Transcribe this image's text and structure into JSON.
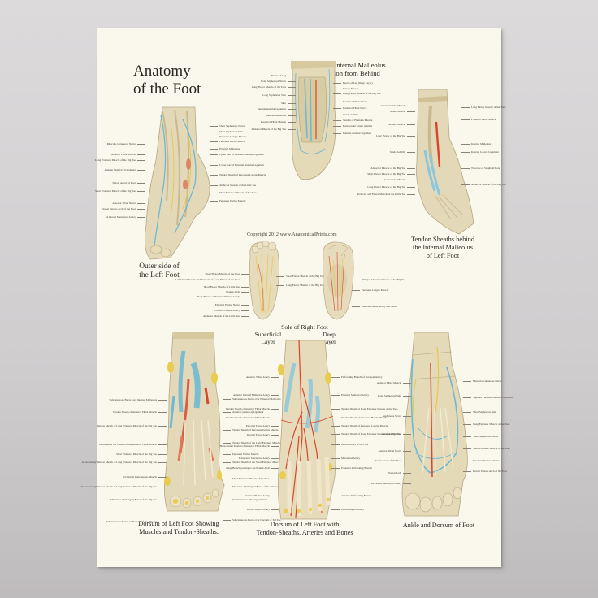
{
  "poster": {
    "title_line1": "Anatomy",
    "title_line2": "of the Foot",
    "copyright": "Copyright 2012 www.AnatomicalPrints.com",
    "colors": {
      "background": "#d6d4d5",
      "paper": "#faf8ec",
      "bone": "#e6dcbc",
      "artery": "#d9452b",
      "vein": "#6fb8d4",
      "nerve": "#e6c94a",
      "tendon_sheath": "#8cc6dc"
    }
  },
  "figures": {
    "outer_side": {
      "caption_line1": "Outer side of",
      "caption_line2": "the Left Foot",
      "labels_left": [
        "Musculo-Cutaneous Nerve",
        "Anterior Tibial Muscle",
        "Long Extensor Muscle of the Big Toe",
        "Annular (Anterior) Ligament",
        "Dorsal Artery of Foot",
        "Short Extensor Muscle of the Big Toe",
        "Anterior Tibial Nerve",
        "Dorsal Venous Arch of the Foot",
        "1st Dorsal Metatarsal Artery"
      ],
      "labels_right": [
        "Short Saphenous Nerve",
        "Short Saphenous Vein",
        "Peroneus Longus Muscle",
        "Peroneus Brevis Muscle",
        "External Malleolus",
        "Upper part of External Annular Ligament",
        "Lower part of External Annular Ligament",
        "Tendon Sheath of Peroneus Longus Muscle",
        "Abductor Muscle of the Little Toe",
        "Short Extensor Muscle of the Toes",
        "Peroneus Tertius Muscle"
      ]
    },
    "malleolus_behind": {
      "caption_line1": "Right Internal Malleolus",
      "caption_line2": "Region from Behind",
      "labels_left": [
        "Fascia of Leg",
        "Long Saphenous Nerve",
        "Long Flexor Muscle of the Toes",
        "Long Saphenous Vein",
        "Skin",
        "Internal Annular Ligament",
        "Internal Malleolus",
        "Posterior Tibial Muscle",
        "Abductor Muscle of the Big Toe"
      ],
      "labels_right": [
        "Fascia of Leg (Deep Layer)",
        "Soleus Muscle",
        "Long Flexor Muscle of the Big Toe",
        "Posterior Tibial Artery",
        "Posterior Tibial Nerve",
        "Tendo Achillis",
        "Tendon of Plantaris Muscle",
        "Bursa under Tendo Achillis",
        "Internal Annular Ligament"
      ]
    },
    "tendon_sheaths": {
      "caption_line1": "Tendon Sheaths behind",
      "caption_line2": "the Internal Malleolus",
      "caption_line3": "of Left Foot",
      "labels_left": [
        "Gastrocnemius Muscle",
        "Soleus Muscle",
        "Peroneal Muscle",
        "Long Flexor of the Big Toe",
        "Tendo Achillis",
        "Abductor Muscle of the Big Toe",
        "Short Flexor Muscle of the Big Toe",
        "Accessorius Muscle",
        "Long Flexor Muscle of the Big Toe",
        "Abductor and Flexor Muscle of the Little Toe"
      ],
      "labels_right": [
        "Long Flexor Muscle of the Toes",
        "Posterior Tibial Muscle",
        "Internal Malleolus",
        "Internal Lateral Ligament",
        "Tubercle of Scaphoid Bone",
        "Abductor Muscle of the Big Toe"
      ]
    },
    "sole": {
      "caption": "Sole of Right Foot",
      "layer_superficial_1": "Superficial",
      "layer_superficial_2": "Layer",
      "layer_deep_1": "Deep",
      "layer_deep_2": "Layer",
      "labels": [
        "Short Flexor Muscle of the Toes",
        "Lumbrical Muscles and Tendons of Long Flexor of the Toes",
        "Short Flexor Muscle of Little Toe",
        "Plantar Arch",
        "Deep Branch of External Plantar Artery",
        "External Plantar Nerve",
        "External Plantar Artery",
        "Abductor Muscle of the Little Toe",
        "Short Flexor Muscle of the Big Toe",
        "Long Flexor Muscle of the Big Toe",
        "Oblique Adductor Muscle of the Big Toe",
        "Peroneus Longus Muscle",
        "Internal Plantar Artery and Nerve"
      ]
    },
    "dorsum_muscles": {
      "caption_line1": "Dorsum of Left Foot Showing",
      "caption_line2": "Muscles and Tendon-Sheaths.",
      "labels_left": [
        "Subcutaneous Bursa over Internal Malleolus",
        "Tendon Sheath of Anterior Tibial Muscle",
        "Tendon Sheath of Long Extensor Muscle of the Big Toe",
        "Bursa under the Tendon of the Anterior Tibial Muscle",
        "Short Extensor Muscle of the Big Toe",
        "1st Accessory Tendon Sheath of Long Extensor Muscle of the Big Toe",
        "1st Dorsal Interosseous Muscle",
        "2nd Accessory Tendon Sheath of Long Extensor Muscle of the Big Toe",
        "Metatarso-Phalangeal Bursa of the Big Toe",
        "Subcutaneous Bursa on Dorsum of the Big Toe"
      ],
      "labels_right": [
        "Subcutaneous Bursa over External Malleolus",
        "Annular (Anterior) Ligament",
        "Tendon Sheath of Peroneus Tertius Muscle",
        "Tendon Sheath of the Long Extensor Muscle of the Toes",
        "Peroneus Tertius Muscle",
        "Tendon Sheath of the Short Extensor Muscle of the Big Toe",
        "Short Extensor Muscle of the Toes",
        "Metatarso-Phalangeal Bursa of the 5th Toe",
        "Intermetatarso-Phalangeal Bursa",
        "Subcutaneous Bursa over Dorsum of 3rd Toe"
      ]
    },
    "dorsum_arteries": {
      "caption_line1": "Dorsum of Left Foot with",
      "caption_line2": "Tendon-Sheaths,  Arteries and Bones",
      "labels_left": [
        "Anterior Tibial Artery",
        "Anterior Internal Malleolar Artery",
        "Tendon Sheath of Anterior Tibial Muscle",
        "Tendon Sheath of Anterior Tibial Muscle",
        "External Tarsal Artery",
        "Internal Tarsal Artery",
        "Bursa under Tendon of Anterior Tibial Muscle",
        "Transverse Metatarsal Artery",
        "Deep Branch passing to the Plantar Arch",
        "Internal Plantar Artery",
        "Dorsal Digital Artery"
      ],
      "labels_right": [
        "Perforating Branch of Peroneal Artery",
        "External Malleolar Artery",
        "Tendon Sheath of Long Extensor Muscle of the Toes",
        "Tendon Sheath of Peroneus Brevis Muscle",
        "Tendon Sheath of Peroneus Longus Muscle",
        "Tendon Sheath of Long Extensor Muscle of the Big Toe",
        "Dorsal Artery of the Foot",
        "Metatarsal Artery",
        "Posterior Perforating Branch",
        "Anterior Perforating Branch",
        "Dorsal Digital Artery"
      ]
    },
    "ankle_dorsum": {
      "caption": "Ankle and Dorsum of Foot",
      "labels_left": [
        "Anterior Tibial Muscle",
        "Long Saphenous Vein",
        "Saphenous Nerve",
        "Annular Ligament",
        "Anterior Tibial Nerve",
        "Dorsal Artery of the Foot",
        "Plantar Arch",
        "1st Dorsal Metatarsal Artery"
      ],
      "labels_right": [
        "Musculo-Cutaneous Nerve",
        "Superior Peroneal Annular Ligament",
        "Short Saphenous Vein",
        "Long Extensor Muscle of the Toes",
        "Short Saphenous Nerve",
        "Short Extensor Muscle of the Toes",
        "Peroneus Tertius Muscle",
        "Dorsal Venous Arch of the Foot"
      ]
    }
  }
}
